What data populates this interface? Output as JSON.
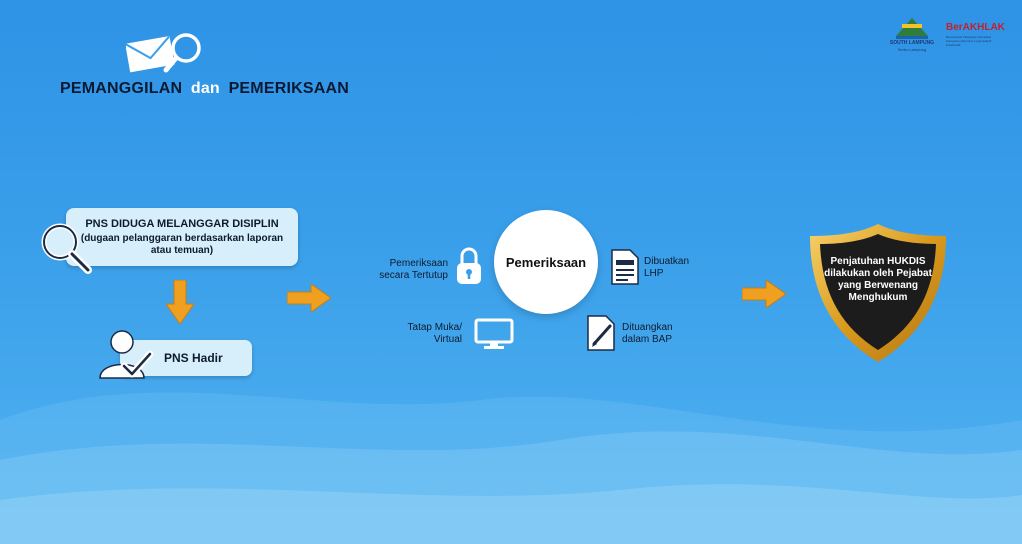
{
  "header": {
    "title_part1": "PEMANGGILAN",
    "title_connector": "dan",
    "title_part2": "PEMERIKSAAN"
  },
  "logos": {
    "south_lampung": "SOUTH LAMPUNG",
    "south_lampung_sub": "Serbu Lampung",
    "berakhlak": "BerAKHLAK",
    "berakhlak_sub": "Berorientasi Pelayanan Akuntabel Kompeten Harmonis Loyal Adaptif Kolaboratif"
  },
  "step1": {
    "title": "PNS DIDUGA MELANGGAR DISIPLIN",
    "detail": "(dugaan pelanggaran berdasarkan laporan atau temuan)"
  },
  "step2": {
    "label": "PNS Hadir"
  },
  "center": {
    "label": "Pemeriksaan"
  },
  "options": {
    "closed_line1": "Pemeriksaan",
    "closed_line2": "secara Tertutup",
    "face_line1": "Tatap Muka/",
    "face_line2": "Virtual",
    "lhp_line1": "Dibuatkan",
    "lhp_line2": "LHP",
    "bap_line1": "Dituangkan",
    "bap_line2": "dalam BAP"
  },
  "outcome": {
    "line1": "Penjatuhan HUKDIS",
    "line2": "dilakukan oleh Pejabat",
    "line3": "yang Berwenang",
    "line4": "Menghukum"
  },
  "colors": {
    "background": "#3a9fea",
    "box_fill": "#d7eefb",
    "arrow": "#f0a020",
    "shield_gold": "#e0a62a",
    "shield_inner": "#1c1c1c"
  }
}
